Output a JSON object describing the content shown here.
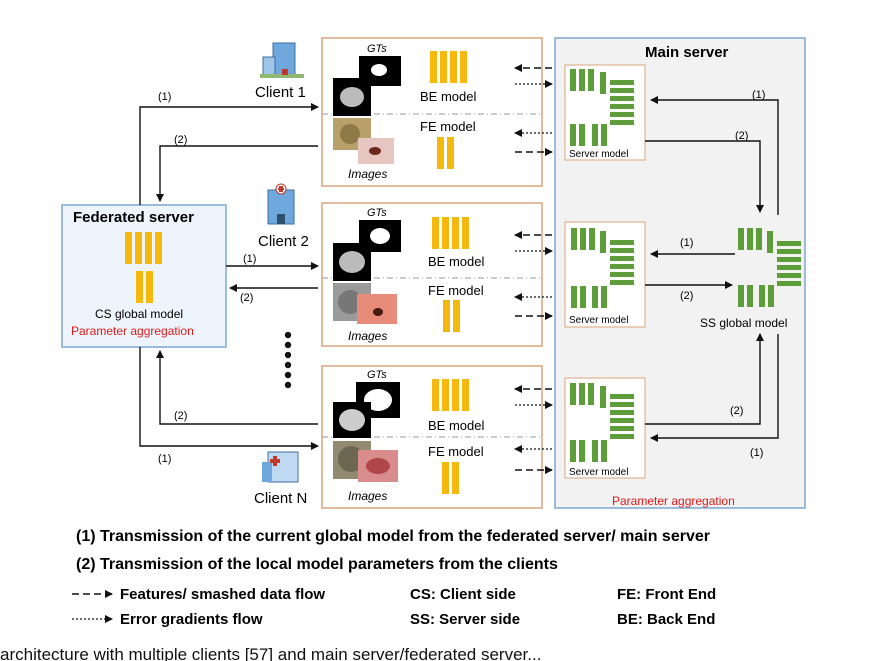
{
  "diagram": {
    "main_server": {
      "title": "Main server",
      "footer": "Parameter aggregation"
    },
    "federated_server": {
      "title": "Federated server",
      "caption": "CS global model",
      "footer": "Parameter aggregation"
    },
    "ss_global_caption": "SS global model",
    "server_model_label": "Server model",
    "clients": [
      {
        "name": "Client 1",
        "gts": "GTs",
        "images": "Images",
        "be": "BE model",
        "fe": "FE model"
      },
      {
        "name": "Client 2",
        "gts": "GTs",
        "images": "Images",
        "be": "BE model",
        "fe": "FE model"
      },
      {
        "name": "Client N",
        "gts": "GTs",
        "images": "Images",
        "be": "BE model",
        "fe": "FE model"
      }
    ],
    "step_labels": {
      "one": "(1)",
      "two": "(2)"
    },
    "colors": {
      "block": "#F4B90C",
      "green": "#5E9E3A",
      "orange_border": "#D9A57C",
      "red_text": "#E0191A",
      "server_bg": "#F2F2F2",
      "server_border": "#7FA6D0"
    }
  },
  "legend": {
    "line1": "(1) Transmission of the current global model from the federated server/ main server",
    "line2": "(2) Transmission of the local model parameters from the clients",
    "features": "Features/ smashed data flow",
    "gradients": "Error gradients flow",
    "cs": "CS: Client side",
    "ss": "SS: Server side",
    "fe": "FE: Front End",
    "be": "BE: Back End"
  },
  "footer_text": "architecture with multiple clients [57] and main server/federated server..."
}
